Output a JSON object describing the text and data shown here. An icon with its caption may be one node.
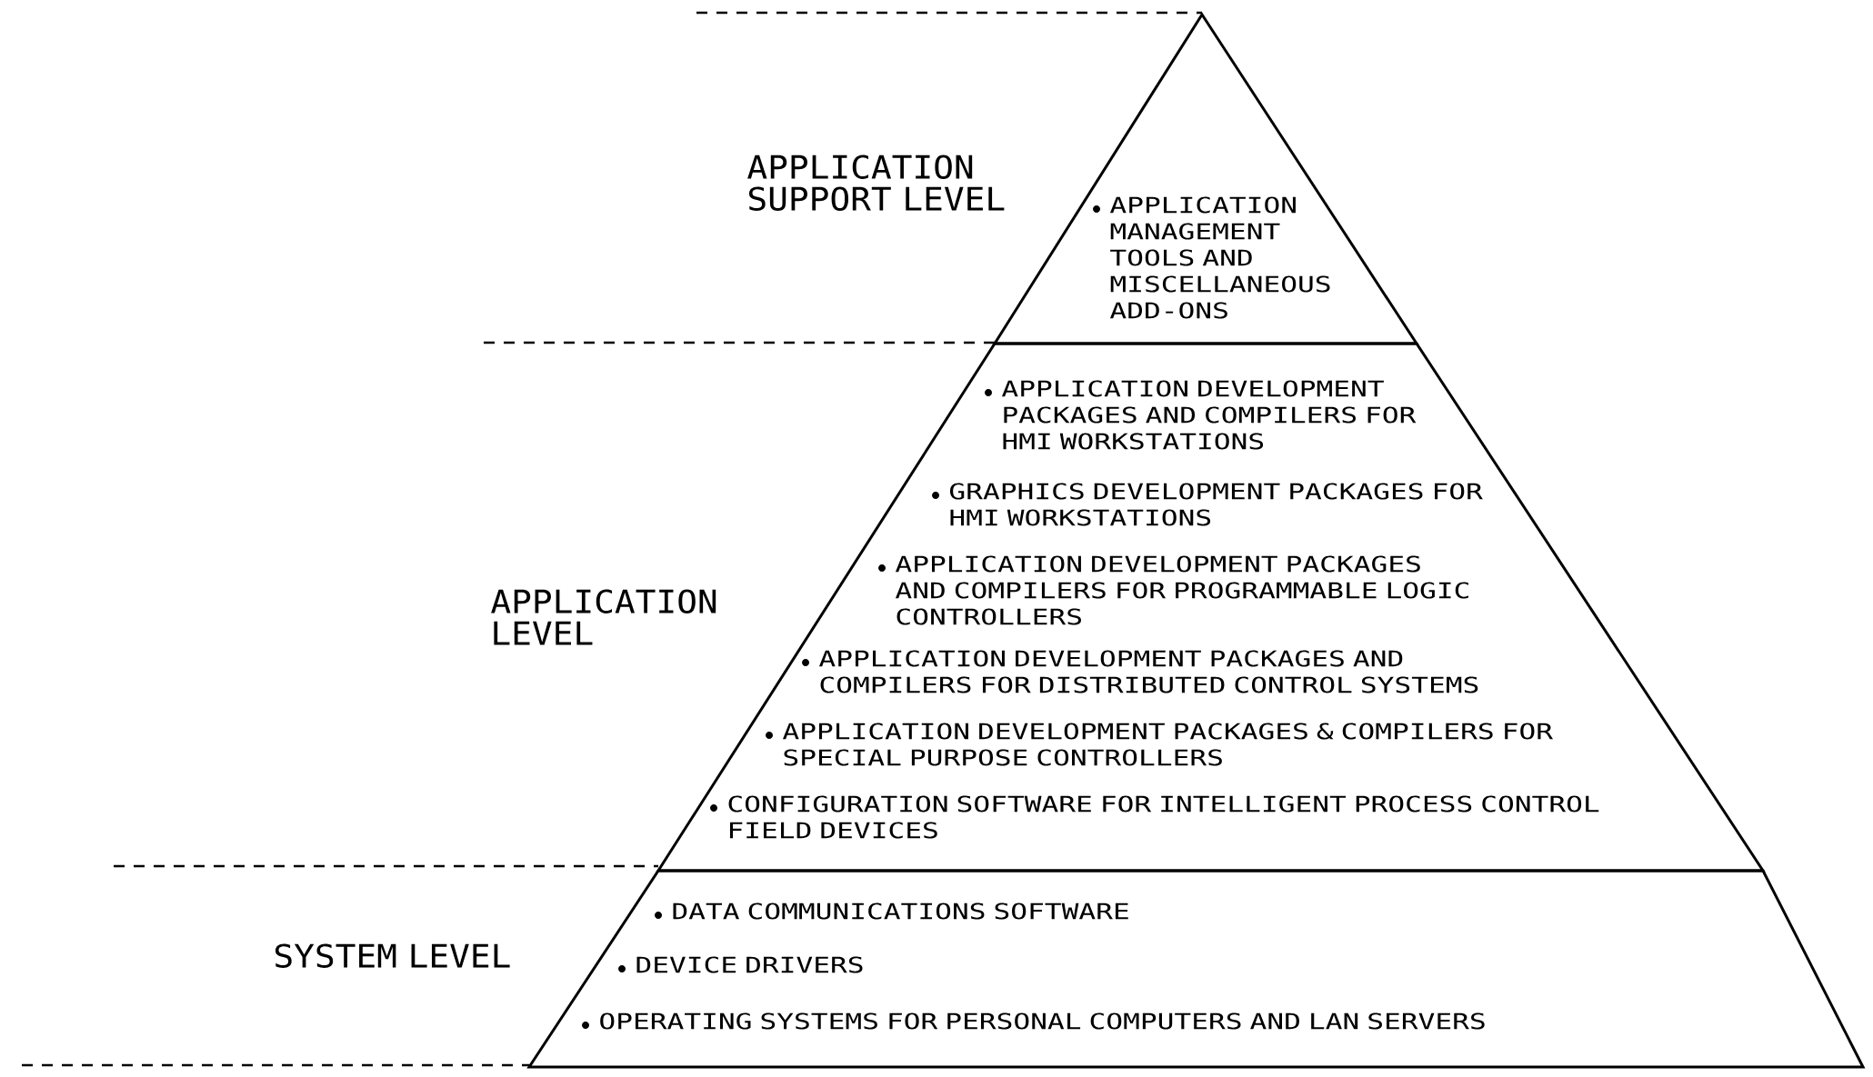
{
  "diagram": {
    "nodes": [
      {
        "text": [
          "APPLICATION MANAGEMENT TOOLS AND MISCELLANEOUS ADD-ONS"
        ],
        "beside": [
          "APPLICATION SUPPORT LEVEL"
        ]
      },
      {
        "text": [
          "APPLICATION DEVELOPMENT PACKAGES AND COMPILERS FOR HMI WORKSTATIONS",
          "GRAPHICS DEVELOPMENT PACKAGES FOR HMI WORKSTATIONS",
          "APPLICATION DEVELOPMENT PACKAGES AND COMPILERS FOR PROGRAMMABLE LOGIC CONTROLLERS",
          "APPLICATION DEVELOPMENT PACKAGES AND COMPILERS FOR DISTRIBUTED CONTROL SYSTEMS",
          "APPLICATION DEVELOPMENT PACKAGES & COMPILERS FOR SPECIAL PURPOSE CONTROLLERS",
          "CONFIGURATION SOFTWARE FOR INTELLIGENT PROCESS CONTROL FIELD DEVICES"
        ],
        "beside": [
          "APPLICATION LEVEL"
        ]
      },
      {
        "text": [
          "DATA COMMUNICATIONS SOFTWARE",
          "DEVICE DRIVERS",
          "OPERATING SYSTEMS FOR PERSONAL COMPUTERS AND LAN SERVERS"
        ],
        "beside": [
          "SYSTEM LEVEL"
        ]
      }
    ]
  }
}
